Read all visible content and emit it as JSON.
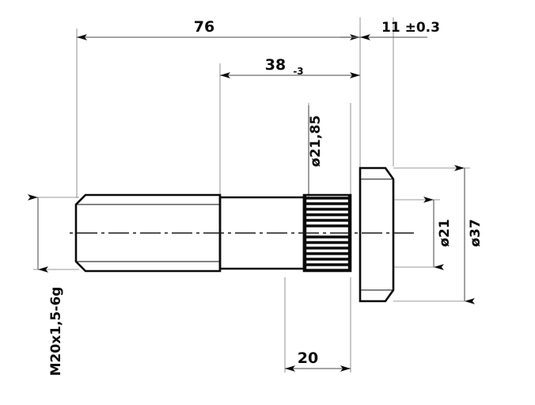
{
  "drawing": {
    "type": "engineering-part-drawing",
    "subject": "wheel-stud",
    "projection": "side-elevation-section",
    "units": "mm",
    "background_color": "#ffffff",
    "line_color": "#0a0a0a",
    "dimension_line_color": "#6e6e6e",
    "extension_line_color": "#9a9a9a",
    "centerline_color": "#1a1a1a"
  },
  "dimensions": {
    "overall_length": {
      "label": "76",
      "value": 76,
      "orientation": "horizontal",
      "position": "top"
    },
    "shank_length": {
      "label": "38",
      "tolerance_label": "-3",
      "value": 38,
      "orientation": "horizontal",
      "position": "top"
    },
    "head_thickness": {
      "label": "11 ±0.3",
      "value": 11,
      "tolerance": 0.3,
      "orientation": "horizontal",
      "position": "top-right"
    },
    "spline_diameter": {
      "label": "ø21,85",
      "value": 21.85,
      "orientation": "vertical-text",
      "position": "upper-middle"
    },
    "shank_diameter": {
      "label": "ø21",
      "value": 21,
      "orientation": "vertical",
      "position": "right-inner"
    },
    "head_diameter": {
      "label": "ø37",
      "value": 37,
      "orientation": "vertical",
      "position": "right-outer"
    },
    "thread_spec": {
      "label": "M20x1,5-6g",
      "nominal_diameter": 20,
      "pitch": 1.5,
      "tolerance_class": "6g",
      "orientation": "vertical-text",
      "position": "left-bottom"
    },
    "spline_length": {
      "label": "20",
      "value": 20,
      "orientation": "horizontal",
      "position": "bottom"
    }
  },
  "features": [
    {
      "name": "threaded-shank",
      "label": "M20x1,5-6g"
    },
    {
      "name": "plain-shank",
      "label": "ø21"
    },
    {
      "name": "serrated-spline",
      "label": "ø21,85"
    },
    {
      "name": "flange-head",
      "label": "ø37"
    }
  ]
}
